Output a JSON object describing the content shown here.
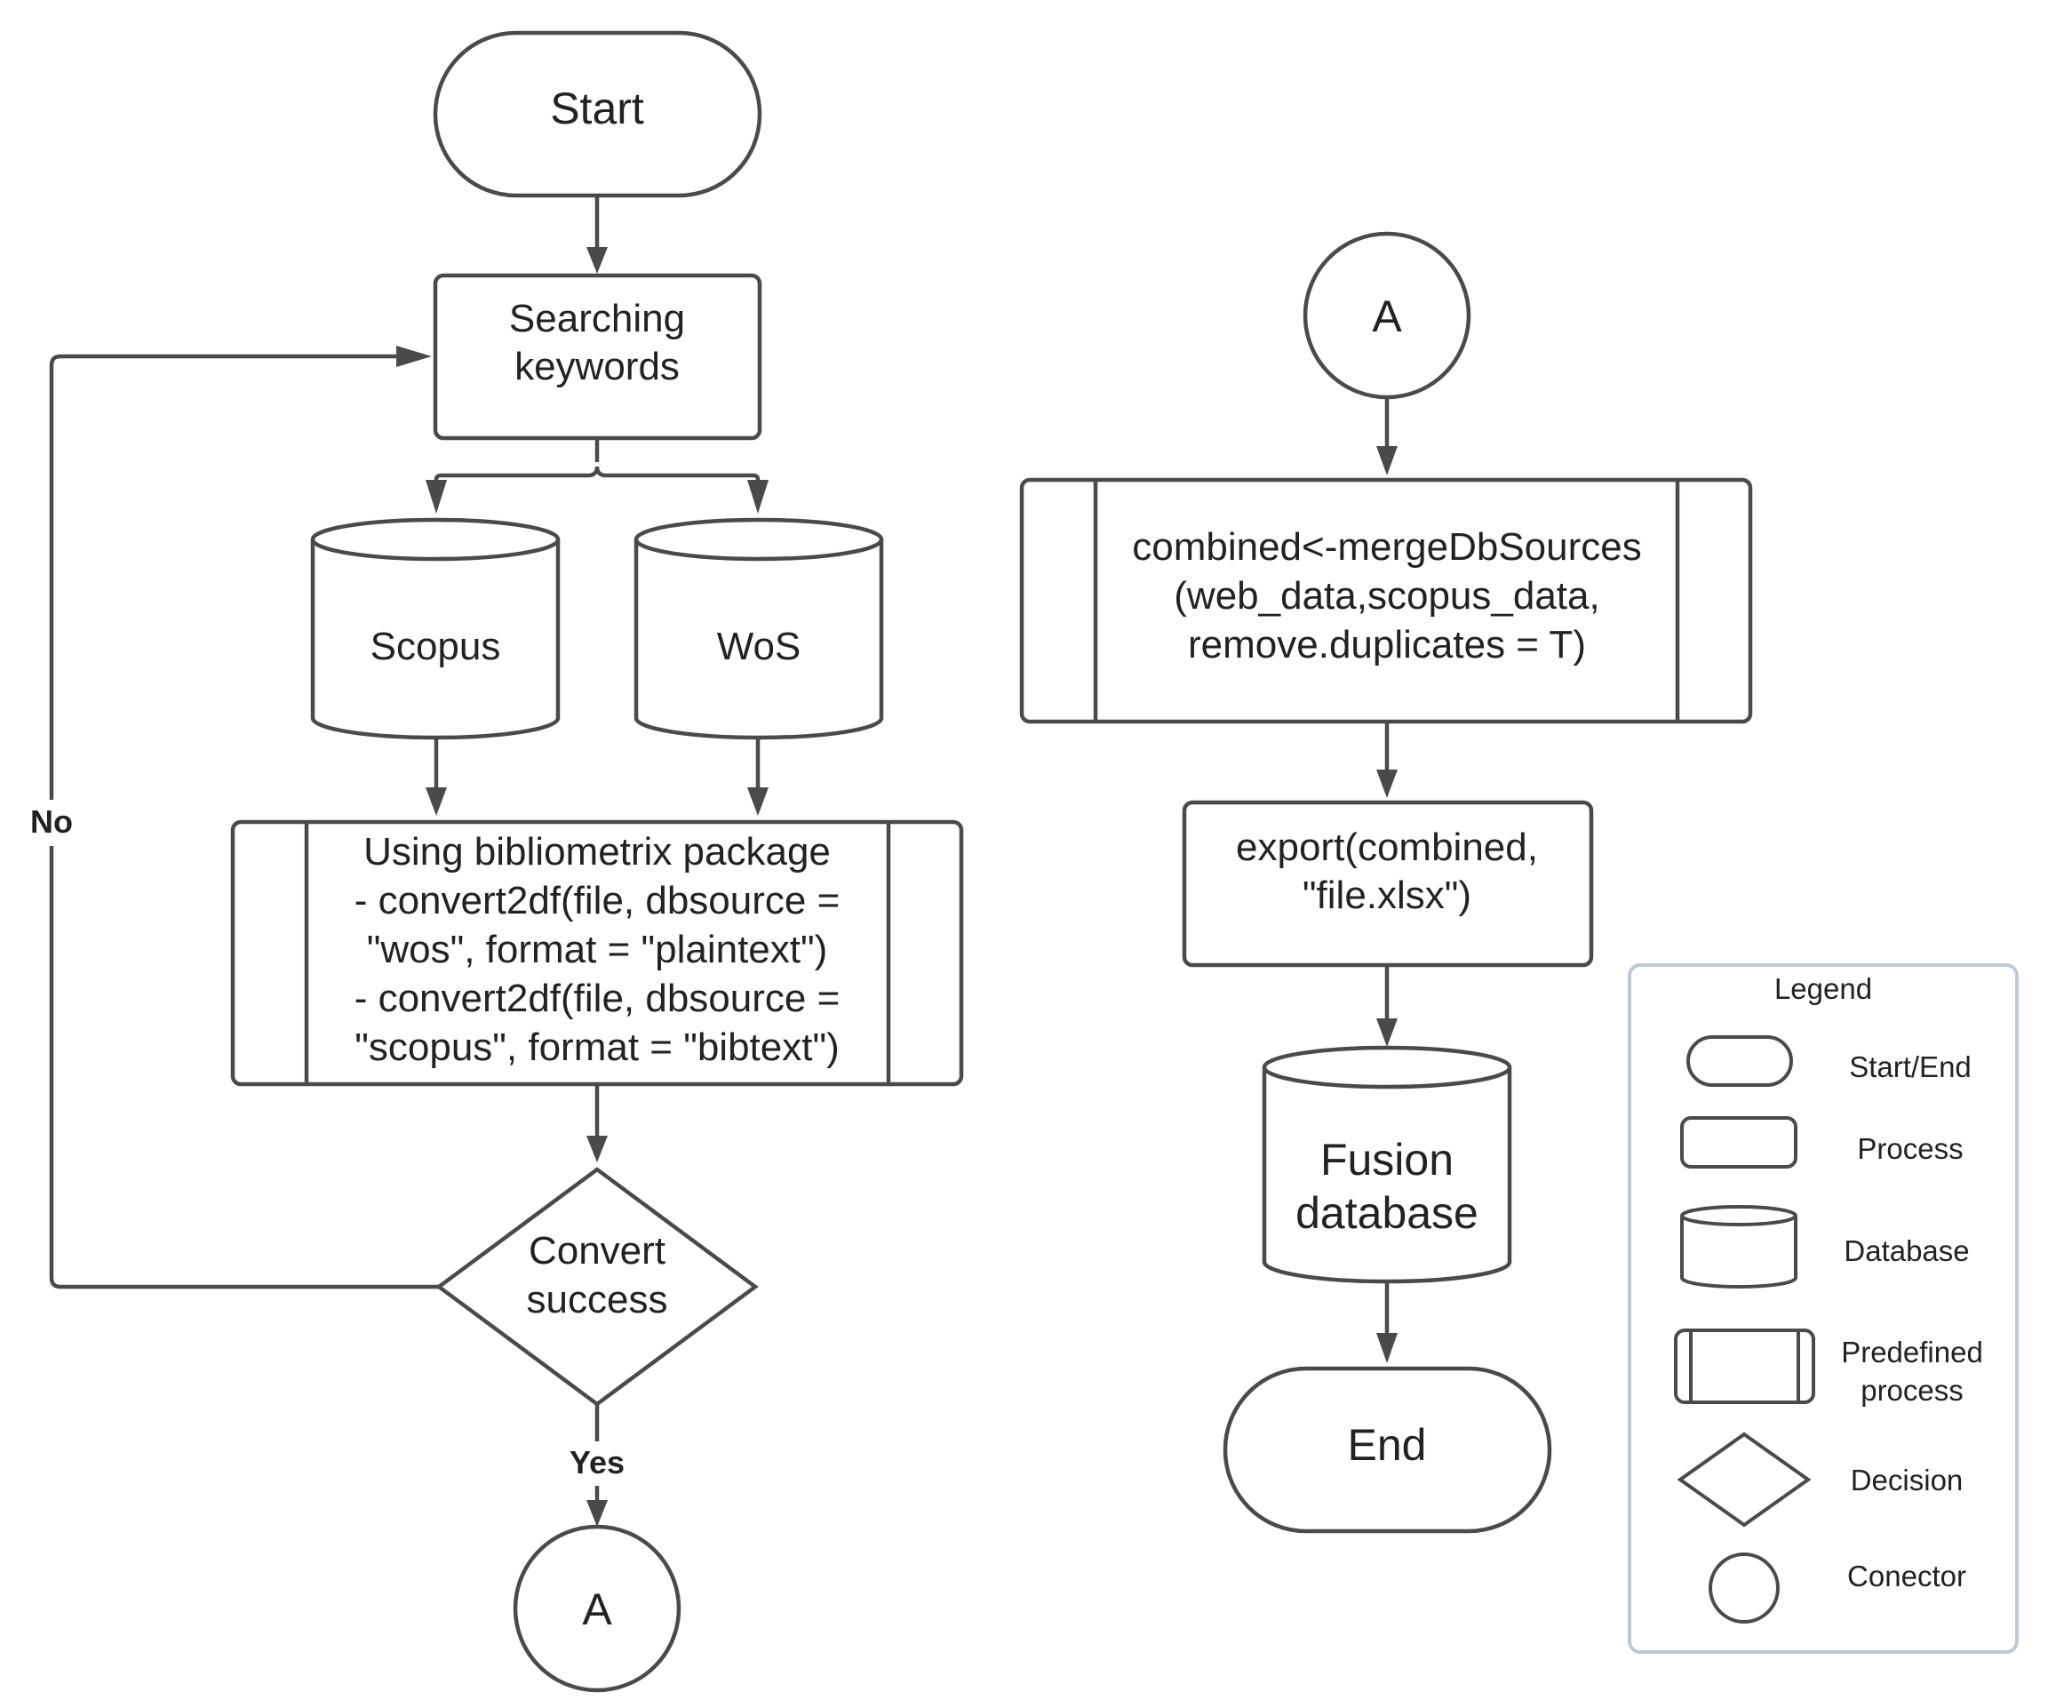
{
  "nodes": {
    "start": "Start",
    "search": [
      "Searching",
      "keywords"
    ],
    "scopus": "Scopus",
    "wos": "WoS",
    "convert_process": [
      "Using bibliometrix package",
      "- convert2df(file, dbsource =",
      "\"wos\", format = \"plaintext\")",
      "- convert2df(file, dbsource =",
      "\"scopus\", format = \"bibtext\")"
    ],
    "decision": [
      "Convert",
      "success"
    ],
    "connector_bottom": "A",
    "connector_top": "A",
    "merge_process": [
      "combined<-mergeDbSources",
      "(web_data,scopus_data,",
      "remove.duplicates = T)"
    ],
    "export_process": [
      "export(combined,",
      "\"file.xlsx\")"
    ],
    "fusion_db": [
      "Fusion",
      "database"
    ],
    "end": "End"
  },
  "edges": {
    "no_label": "No",
    "yes_label": "Yes"
  },
  "legend": {
    "title": "Legend",
    "items": [
      {
        "shape": "start-end",
        "label": [
          "Start/End"
        ]
      },
      {
        "shape": "process",
        "label": [
          "Process"
        ]
      },
      {
        "shape": "database",
        "label": [
          "Database"
        ]
      },
      {
        "shape": "predefined-process",
        "label": [
          "Predefined",
          "process"
        ]
      },
      {
        "shape": "decision",
        "label": [
          "Decision"
        ]
      },
      {
        "shape": "connector",
        "label": [
          "Conector"
        ]
      }
    ]
  }
}
